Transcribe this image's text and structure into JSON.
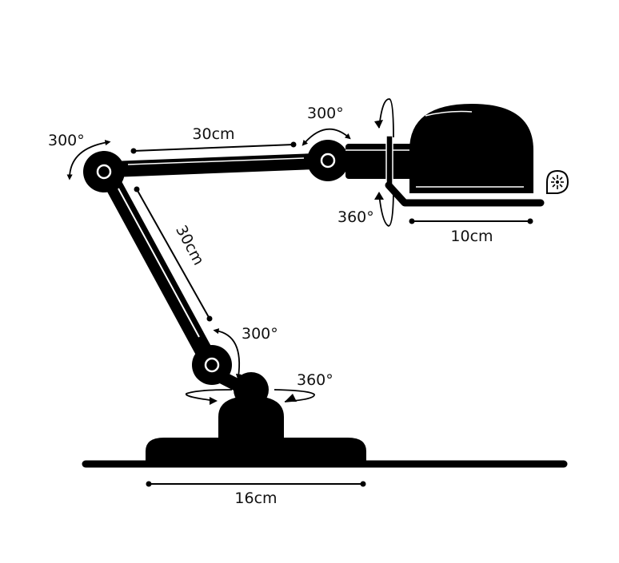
{
  "dimensions": {
    "upper_arm_length": "30cm",
    "lower_arm_length": "30cm",
    "shade_length": "10cm",
    "base_width": "16cm"
  },
  "rotations": {
    "shoulder": "300°",
    "elbow_upper": "300°",
    "elbow_lower": "300°",
    "base_swivel": "360°",
    "shade_swivel": "360°"
  },
  "colors": {
    "ink": "#000000",
    "background": "#ffffff"
  },
  "icons": {
    "bulb_symbol": "bulb-spec-icon"
  }
}
